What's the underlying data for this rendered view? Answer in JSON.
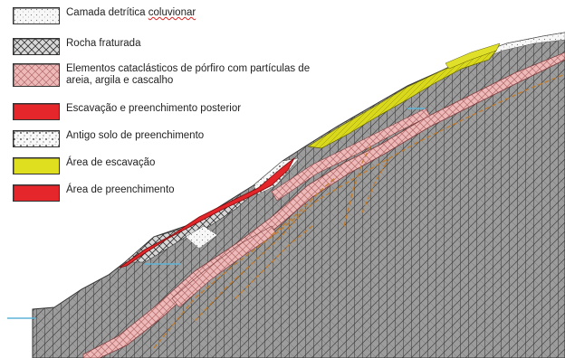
{
  "legend": {
    "items": [
      {
        "key": "camada",
        "label_prefix": "Camada detrítica ",
        "label_error_word": "coluvionar",
        "pattern": "dotted-white"
      },
      {
        "key": "rocha",
        "label": "Rocha fraturada",
        "pattern": "crosshatch-gray"
      },
      {
        "key": "elementos",
        "label": "Elementos cataclásticos de pórfiro com partículas de areia, argila e cascalho",
        "pattern": "crosshatch-pink"
      },
      {
        "key": "escavacao_preenchimento",
        "label": "Escavação e preenchimento posterior",
        "pattern": "solid-red"
      },
      {
        "key": "antigo",
        "label": "Antigo solo de preenchimento",
        "pattern": "speckled-white"
      },
      {
        "key": "area_escavacao",
        "label": "Área de escavação",
        "pattern": "solid-yellow"
      },
      {
        "key": "area_preenchimento",
        "label": "Área de preenchimento",
        "pattern": "solid-red"
      }
    ]
  },
  "colors": {
    "rock": "#9a9a9a",
    "rock_lines": "#3a3a3a",
    "pink": "#e9b1b1",
    "red": "#e5262b",
    "yellow": "#dcdc1e",
    "white_fill": "#f6f6f6",
    "water": "#5fb3d6"
  }
}
